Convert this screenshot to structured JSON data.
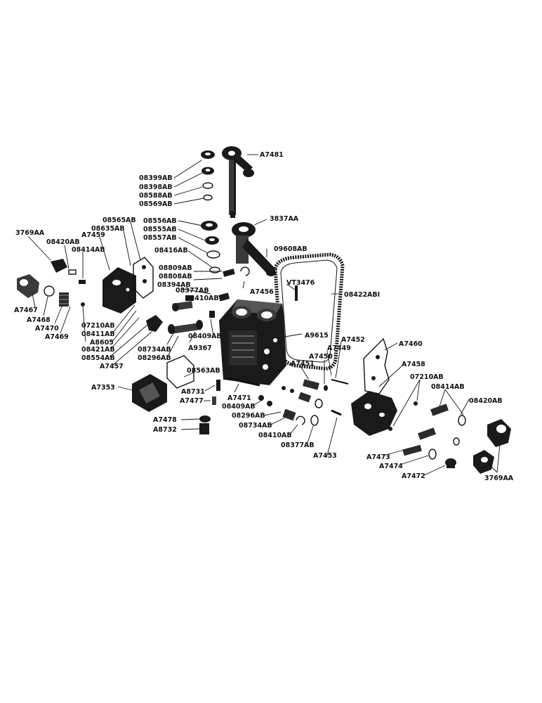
{
  "labels": {
    "A7481": "A7481",
    "p08399AB": "08399AB",
    "p08398AB": "08398AB",
    "p08588AB": "08588AB",
    "p08569AB": "08569AB",
    "p3837AA": "3837AA",
    "p08556AB": "08556AB",
    "p08555AB": "08555AB",
    "p08557AB": "08557AB",
    "p08565AB": "08565AB",
    "p08635AB": "08635AB",
    "A7459": "A7459",
    "p3769AA_l": "3769AA",
    "p08420AB_l": "08420AB",
    "p08414AB_l": "08414AB",
    "p09608AB": "09608AB",
    "p08416AB": "08416AB",
    "p08809AB": "08809AB",
    "p08808AB": "08808AB",
    "p08394AB": "08394AB",
    "p08377AB_t": "08377AB",
    "p08410AB_t": "08410AB",
    "VT3476": "VT3476",
    "A7456": "A7456",
    "p08422AB1": "08422ABI",
    "A7467": "A7467",
    "A7468": "A7468",
    "A7470": "A7470",
    "A7469": "A7469",
    "p07210AB_l": "07210AB",
    "p08411AB": "08411AB",
    "A8605": "A8605",
    "p08421AB": "08421AB",
    "p08554AB": "08554AB",
    "A7457": "A7457",
    "p08409AB_t": "08409AB",
    "p08734AB_t": "08734AB",
    "p08296AB_t": "08296AB",
    "A9367": "A9367",
    "A9615": "A9615",
    "A7452": "A7452",
    "A7449": "A7449",
    "A7460": "A7460",
    "A7450": "A7450",
    "A7451": "A7451",
    "A7458": "A7458",
    "p07210AB_r": "07210AB",
    "p08414AB_r": "08414AB",
    "p08420AB_r": "08420AB",
    "p08563AB": "08563AB",
    "A7353": "A7353",
    "A8731": "A8731",
    "A7477": "A7477",
    "A7471": "A7471",
    "p08409AB_b": "08409AB",
    "p08296AB_b": "08296AB",
    "p08734AB_b": "08734AB",
    "p08410AB_b": "08410AB",
    "p08377AB_b": "08377AB",
    "A7478": "A7478",
    "A8732": "A8732",
    "A7453": "A7453",
    "A7473": "A7473",
    "A7474": "A7474",
    "A7472": "A7472",
    "p3769AA_r": "3769AA"
  }
}
